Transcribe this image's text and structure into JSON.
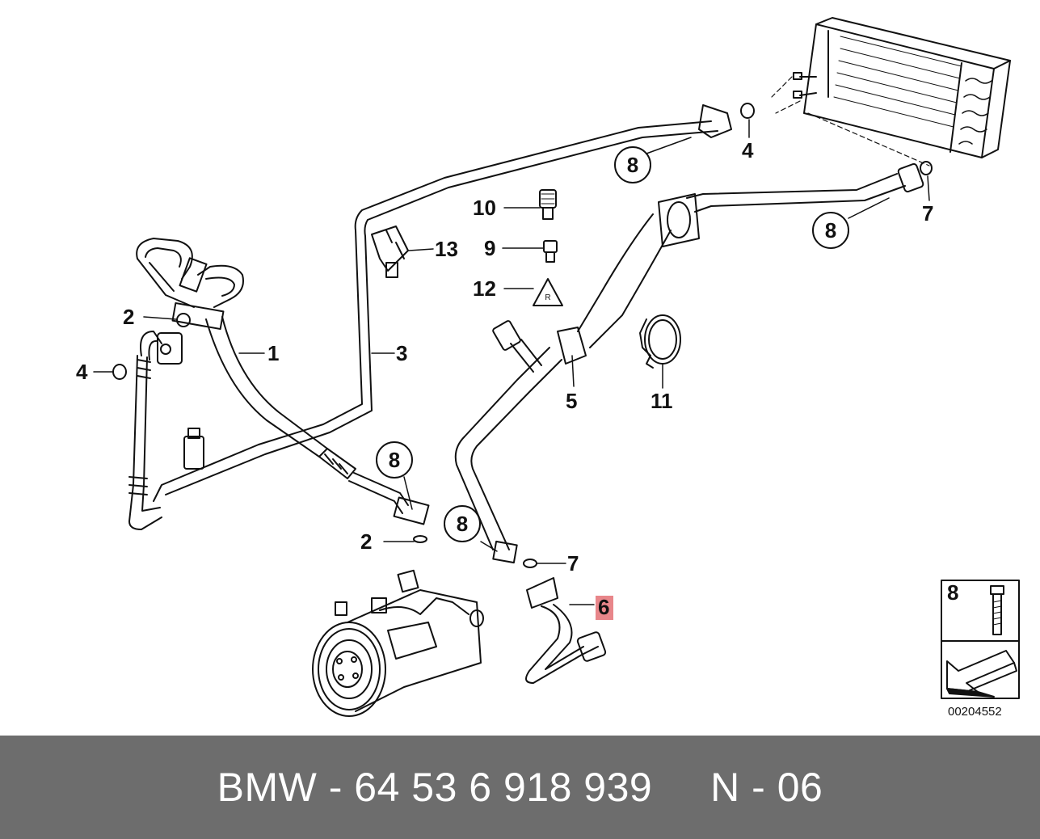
{
  "callouts": {
    "c1": "1",
    "c2a": "2",
    "c2b": "2",
    "c3": "3",
    "c4a": "4",
    "c4b": "4",
    "c5": "5",
    "c6": "6",
    "c7a": "7",
    "c7b": "7",
    "c8a": "8",
    "c8b": "8",
    "c8c": "8",
    "c8d": "8",
    "c9": "9",
    "c10": "10",
    "c11": "11",
    "c12": "12",
    "c13": "13"
  },
  "legend_box": {
    "label": "8"
  },
  "reference_number": "00204552",
  "footer": {
    "text": "BMW - 64 53 6 918 939     N - 06"
  },
  "colors": {
    "highlight": "#e8868a",
    "footer_bg": "#6d6d6d",
    "line": "#111111"
  }
}
